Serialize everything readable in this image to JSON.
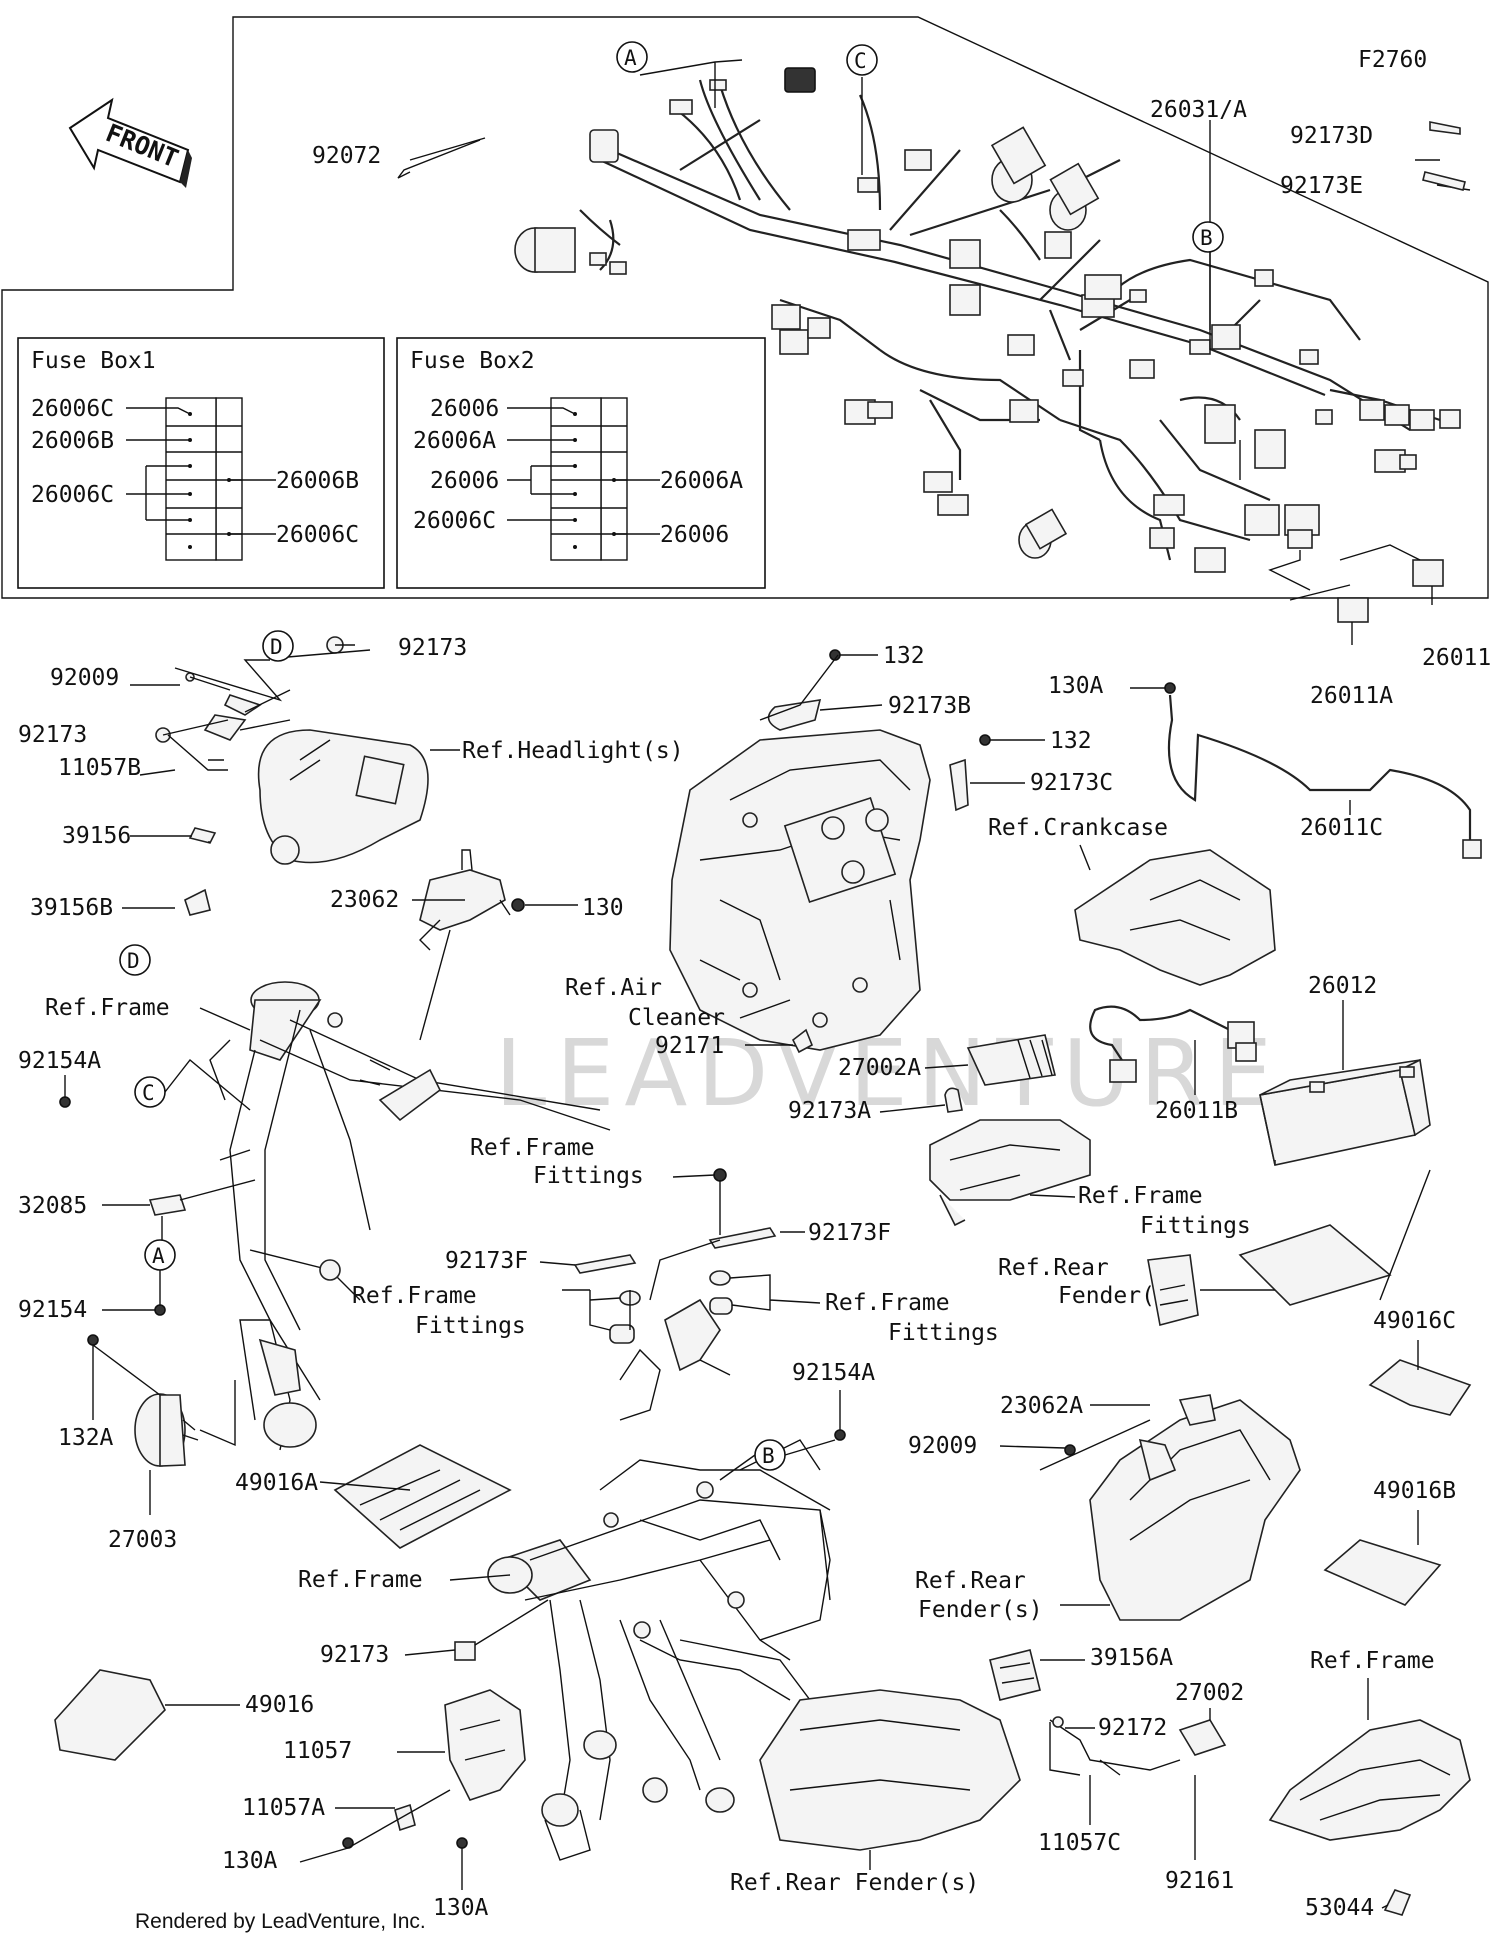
{
  "diagram_code": "F2760",
  "front_label": "FRONT",
  "fusebox1": {
    "title": "Fuse Box1",
    "left_labels": [
      "26006C",
      "26006B",
      "26006C"
    ],
    "right_labels": [
      "26006B",
      "26006C"
    ]
  },
  "fusebox2": {
    "title": "Fuse Box2",
    "left_labels": [
      "26006",
      "26006A",
      "26006",
      "26006C"
    ],
    "right_labels": [
      "26006A",
      "26006"
    ]
  },
  "callouts": {
    "a": "A",
    "b": "B",
    "c": "C",
    "d": "D"
  },
  "parts": {
    "p26031a": "26031/A",
    "p92072": "92072",
    "p92173d": "92173D",
    "p92173e": "92173E",
    "p26011": "26011",
    "p26011a": "26011A",
    "p26011b": "26011B",
    "p26011c": "26011C",
    "p26012": "26012",
    "p92009_1": "92009",
    "p92173_1": "92173",
    "p92173_2": "92173",
    "p11057b": "11057B",
    "p39156": "39156",
    "p39156b": "39156B",
    "p23062": "23062",
    "p130": "130",
    "p92154a_1": "92154A",
    "p32085": "32085",
    "p92154": "92154",
    "p132a": "132A",
    "p27003": "27003",
    "p49016a": "49016A",
    "p49016": "49016",
    "p92173_3": "92173",
    "p11057": "11057",
    "p11057a": "11057A",
    "p130a_1": "130A",
    "p130a_2": "130A",
    "p132_1": "132",
    "p92173b": "92173B",
    "p132_2": "132",
    "p92173c": "92173C",
    "p92171": "92171",
    "p27002a": "27002A",
    "p92173a": "92173A",
    "p92173f_1": "92173F",
    "p92173f_2": "92173F",
    "p92154a_2": "92154A",
    "p130a_3": "130A",
    "p23062a": "23062A",
    "p92009_2": "92009",
    "p49016c": "49016C",
    "p49016b": "49016B",
    "p39156a": "39156A",
    "p92172": "92172",
    "p27002": "27002",
    "p11057c": "11057C",
    "p92161": "92161",
    "p53044": "53044"
  },
  "refs": {
    "headlight": "Ref.Headlight(s)",
    "frame1": "Ref.Frame",
    "air_cleaner_1": "Ref.Air",
    "air_cleaner_2": "Cleaner",
    "crankcase": "Ref.Crankcase",
    "frame_fittings1_1": "Ref.Frame",
    "frame_fittings1_2": "Fittings",
    "frame_fittings2_1": "Ref.Frame",
    "frame_fittings2_2": "Fittings",
    "frame_fittings3_1": "Ref.Frame",
    "frame_fittings3_2": "Fittings",
    "frame_fittings4_1": "Ref.Frame",
    "frame_fittings4_2": "Fittings",
    "rear_fender1_1": "Ref.Rear",
    "rear_fender1_2": "Fender(s)",
    "rear_fender2_1": "Ref.Rear",
    "rear_fender2_2": "Fender(s)",
    "frame2": "Ref.Frame",
    "frame3": "Ref.Frame",
    "rear_fender3": "Ref.Rear Fender(s)"
  },
  "footer": "Rendered by LeadVenture, Inc.",
  "watermark": "LEADVENTURE"
}
